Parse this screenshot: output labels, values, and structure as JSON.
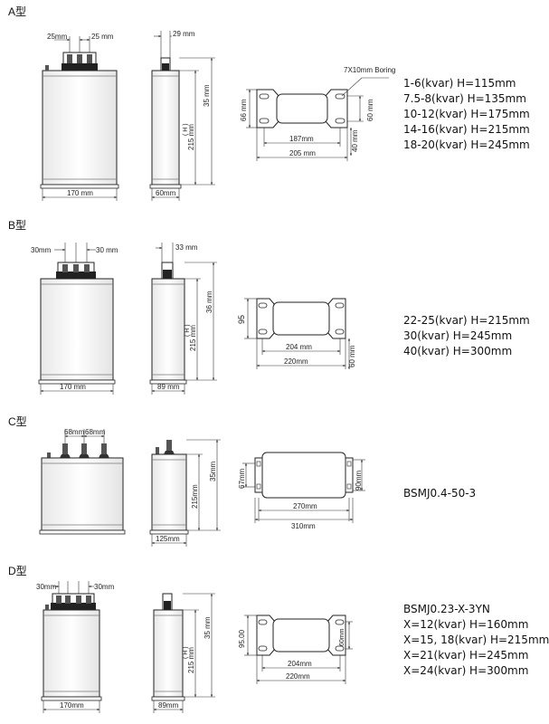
{
  "sections": {
    "a": {
      "label": "A型",
      "dims": {
        "lead_left": "25mm",
        "lead_right": "25 mm",
        "width": "170 mm",
        "lead_side": "29 mm",
        "top_gap": "35 mm",
        "height": "215 mm",
        "h": "( H )",
        "depth": "60mm",
        "boring": "7X10mm Boring",
        "base_h": "66 mm",
        "hole_pitch": "187mm",
        "base_w": "205 mm",
        "hole_gap": "60 mm",
        "side_gap": "40 mm"
      },
      "specs": [
        "1-6(kvar)  H=115mm",
        "7.5-8(kvar)  H=135mm",
        "10-12(kvar)  H=175mm",
        "14-16(kvar)  H=215mm",
        "18-20(kvar)  H=245mm"
      ]
    },
    "b": {
      "label": "B型",
      "dims": {
        "lead_left": "30mm",
        "lead_right": "30 mm",
        "width": "170 mm",
        "lead_side": "33 mm",
        "top_gap": "36 mm",
        "height": "215 mm",
        "h": "( H )",
        "depth": "89 mm",
        "base_h": "95",
        "hole_pitch": "204 mm",
        "base_w": "220mm",
        "hole_gap": "60 mm"
      },
      "specs": [
        "22-25(kvar)  H=215mm",
        "30(kvar)  H=245mm",
        "40(kvar)  H=300mm"
      ]
    },
    "c": {
      "label": "C型",
      "dims": {
        "lead_left": "68mm",
        "lead_right": "68mm",
        "top_gap": "35mm",
        "height": "215mm",
        "depth": "125mm",
        "base_h": "67mm",
        "hole_pitch": "270mm",
        "base_w": "310mm",
        "hole_gap": "90mm"
      },
      "specs": [
        "BSMJ0.4-50-3"
      ]
    },
    "d": {
      "label": "D型",
      "dims": {
        "lead_left": "30mm",
        "lead_right": "30mm",
        "width": "170mm",
        "top_gap": "35 mm",
        "height": "215 mm",
        "h": "( H )",
        "depth": "89mm",
        "base_h": "95.00",
        "hole_pitch": "204mm",
        "base_w": "220mm",
        "hole_gap": "60mm"
      },
      "specs": [
        "BSMJ0.23-X-3YN",
        "X=12(kvar)  H=160mm",
        "X=15, 18(kvar)  H=215mm",
        "X=21(kvar)  H=245mm",
        "X=24(kvar)  H=300mm"
      ]
    }
  }
}
